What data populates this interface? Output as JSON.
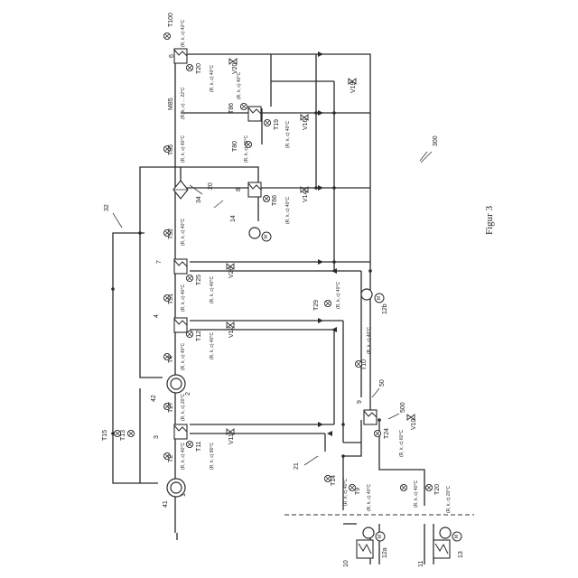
{
  "figure": {
    "caption": "Figur 3",
    "ref_numeral": "300"
  },
  "components": {
    "c1": "1",
    "c2": "2",
    "c3": "3",
    "c4": "4",
    "c6": "6",
    "c7": "7",
    "c8": "8",
    "c9": "9",
    "c10": "10",
    "c11": "11",
    "c12a": "12a",
    "c12b": "12b",
    "c13": "13",
    "c14": "14",
    "c20": "20",
    "c21": "21",
    "c32": "32",
    "c34": "34",
    "c41": "41",
    "c42": "42",
    "c50": "50",
    "c500": "500"
  },
  "sensors": {
    "T2": "T2",
    "T4": "T4",
    "T9": "T9",
    "T10": "T10",
    "T11": "T11",
    "T12": "T12",
    "T13": "T13",
    "T14": "T14",
    "T15": "T15",
    "T19": "T19",
    "T20": "T20",
    "T24": "T24",
    "T25": "T25",
    "T27": "T27",
    "T29": "T29",
    "T51": "T51",
    "T52": "T52",
    "T66": "T66",
    "T80": "T80",
    "T85": "T85",
    "T86": "T86",
    "T100": "T100",
    "M85": "M85"
  },
  "valves": {
    "V10": "V10",
    "V11": "V11",
    "V12": "V12",
    "V14": "V14",
    "V16": "V16",
    "V19": "V19",
    "V20": "V20",
    "V26": "V26"
  },
  "motor_symbol": "M",
  "setpoints": {
    "s_t2": "(R, k, c) 40°C",
    "s_t27": "(R, k, c) 20°C",
    "s_t4": "(R, k, c) 40°C",
    "s_t51": "(R, k, c) 40°C",
    "s_t52": "(R, k, c) 40°C",
    "s_t85": "(R, k, c) 40°C",
    "s_m85": "(R, k, c) ... 22°C",
    "s_t100": "(R, k, c) 40°C",
    "s_t11": "(R, k, c) 80°C",
    "s_t12": "(R, k, c) 40°C",
    "s_t25": "(R, k, c) 40°C",
    "s_t20": "(R, k, c) 40°C",
    "s_t80": "(R, k, c) 70°C",
    "s_t66": "(R, k, c) 40°C",
    "s_t86": "(R, k, c) 40°C",
    "s_t19": "(R, k, c) 40°C",
    "s_t14": "(R, k, c) 40°C",
    "s_t9": "(R, k, c) 40°C",
    "s_t29": "(R, k, c) 40°C",
    "s_t20b": "(R, k, c) 20°C",
    "s_t24": "(R, k, c) 60°C",
    "s_t10": "(R, k, c) 40°C"
  }
}
